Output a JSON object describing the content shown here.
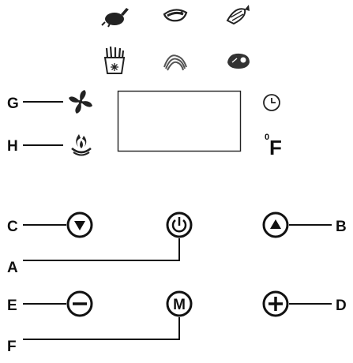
{
  "panel": {
    "preset_icons_row1": [
      "chicken-icon",
      "shrimp-icon",
      "fish-icon"
    ],
    "preset_icons_row2": [
      "frozen-fries-icon",
      "bacon-icon",
      "steak-icon"
    ],
    "status_icons": [
      "fan-icon",
      "heat-icon",
      "clock-icon"
    ],
    "temperature_unit": "F",
    "temperature_degree": "0"
  },
  "callouts": {
    "G": "G",
    "H": "H",
    "C": "C",
    "B": "B",
    "A": "A",
    "E": "E",
    "D": "D",
    "F": "F"
  },
  "buttons": {
    "power_glyph": "power-icon",
    "menu_glyph": "M",
    "down_glyph": "down-arrow-icon",
    "up_glyph": "up-arrow-icon",
    "minus_glyph": "minus-icon",
    "plus_glyph": "plus-icon"
  },
  "colors": {
    "ink": "#111111",
    "icon_gray": "#333333",
    "background": "#ffffff"
  }
}
